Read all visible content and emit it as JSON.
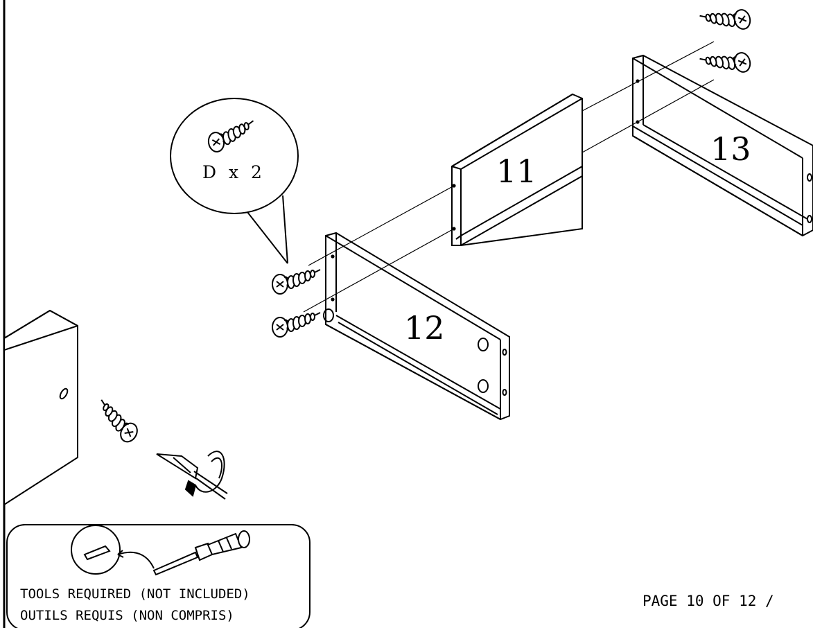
{
  "parts": {
    "p11": "11",
    "p12": "12",
    "p13": "13"
  },
  "hardware": {
    "label": "D x 2"
  },
  "tools": {
    "line1": "TOOLS REQUIRED (NOT INCLUDED)",
    "line2": "OUTILS REQUIS (NON COMPRIS)"
  },
  "footer": {
    "page": "PAGE 10 OF 12 /"
  },
  "icons": [
    "screw-icon",
    "screwdriver-icon",
    "rotate-clockwise-icon",
    "screwdriver-tip-icon"
  ]
}
